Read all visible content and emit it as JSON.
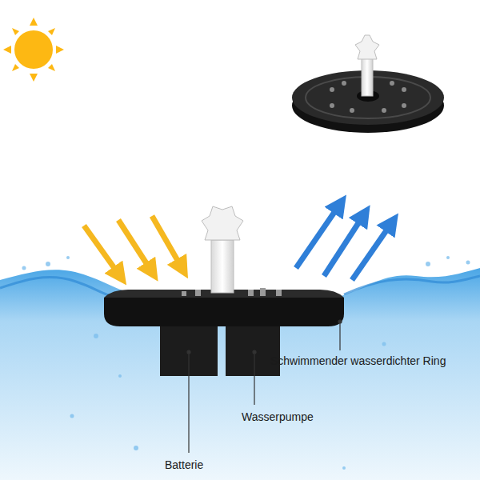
{
  "diagram": {
    "labels": [
      "Batterie",
      "Wasserpumpe",
      "Schwimmender wasserdichter Ring"
    ]
  }
}
